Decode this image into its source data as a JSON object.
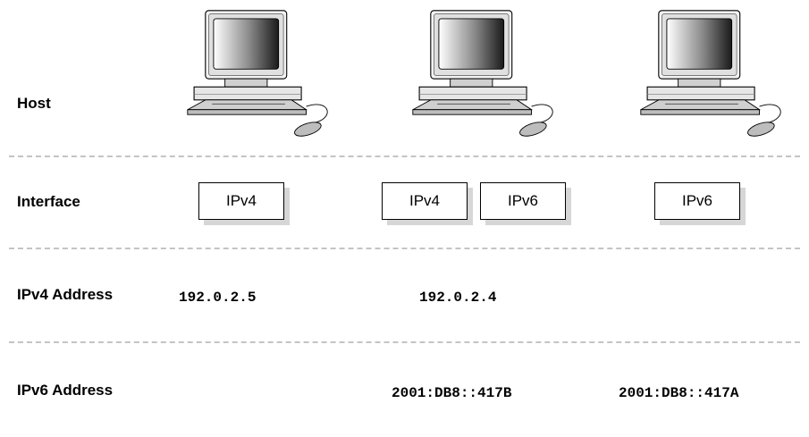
{
  "rows": {
    "host": "Host",
    "interface": "Interface",
    "ipv4_address": "IPv4 Address",
    "ipv6_address": "IPv6 Address"
  },
  "hosts": [
    {
      "icon": "computer-icon",
      "interfaces": [
        "IPv4"
      ],
      "ipv4_address": "192.0.2.5",
      "ipv6_address": ""
    },
    {
      "icon": "computer-icon",
      "interfaces": [
        "IPv4",
        "IPv6"
      ],
      "ipv4_address": "192.0.2.4",
      "ipv6_address": "2001:DB8::417B"
    },
    {
      "icon": "computer-icon",
      "interfaces": [
        "IPv6"
      ],
      "ipv4_address": "",
      "ipv6_address": "2001:DB8::417A"
    }
  ],
  "colors": {
    "divider": "#c4c4c4",
    "box_shadow": "#d6d6d6"
  }
}
